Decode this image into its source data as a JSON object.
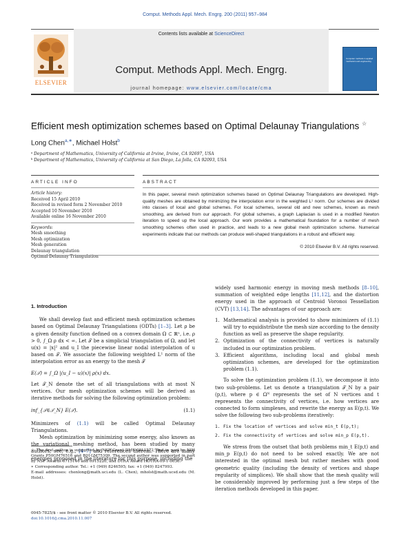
{
  "running_header": "Comput. Methods Appl. Mech. Engrg. 200 (2011) 957–984",
  "banner": {
    "contents_prefix": "Contents lists available at ",
    "contents_link": "ScienceDirect",
    "journal_title": "Comput. Methods Appl. Mech. Engrg.",
    "homepage_prefix": "journal homepage: ",
    "homepage_url": "www.elsevier.com/locate/cma",
    "publisher": "ELSEVIER",
    "cover_text": "Computer methods in applied mechanics and engineering"
  },
  "article": {
    "title": "Efficient mesh optimization schemes based on Optimal Delaunay Triangulations",
    "title_note": "☆",
    "author1": "Long Chen",
    "author1_sup": "a,∗",
    "author_sep": ", ",
    "author2": "Michael Holst",
    "author2_sup": "b",
    "affiliation_a": "ᵃ Department of Mathematics, University of California at Irvine, Irvine, CA 92697, USA",
    "affiliation_b": "ᵇ Department of Mathematics, University of California at San Diego, La Jolla, CA 92093, USA"
  },
  "article_info": {
    "heading": "ARTICLE INFO",
    "history_label": "Article history:",
    "history": [
      "Received 15 April 2010",
      "Received in revised form 2 November 2010",
      "Accepted 10 November 2010",
      "Available online 16 November 2010"
    ],
    "keywords_label": "Keywords:",
    "keywords": [
      "Mesh smoothing",
      "Mesh optimization",
      "Mesh generation",
      "Delaunay triangulation",
      "Optimal Delaunay Triangulation"
    ]
  },
  "abstract": {
    "heading": "ABSTRACT",
    "text": "In this paper, several mesh optimization schemes based on Optimal Delaunay Triangulations are developed. High-quality meshes are obtained by minimizing the interpolation error in the weighted L¹ norm. Our schemes are divided into classes of local and global schemes. For local schemes, several old and new schemes, known as mesh smoothing, are derived from our approach. For global schemes, a graph Laplacian is used in a modified Newton iteration to speed up the local approach. Our work provides a mathematical foundation for a number of mesh smoothing schemes often used in practice, and leads to a new global mesh optimization scheme. Numerical experiments indicate that our methods can produce well-shaped triangulations in a robust and efficient way.",
    "copyright": "© 2010 Elsevier B.V. All rights reserved."
  },
  "intro": {
    "section_title": "1. Introduction",
    "p1a": "We shall develop fast and efficient mesh optimization schemes based on Optimal Delaunay Triangulations (ODTs) ",
    "p1_ref": "[1–3]",
    "p1b": ". Let ρ be a given density function defined on a convex domain Ω ⊂ ℝⁿ, i.e. ρ > 0, ∫_Ω ρ dx < ∞. Let 𝒯 be a simplicial triangulation of Ω, and let u(x) = |x|² and u_I the piecewise linear nodal interpolation of u based on 𝒯. We associate the following weighted L¹ norm of the interpolation error as an energy to the mesh 𝒯",
    "eq_main": "E(𝒯) = ∫_Ω |(u_I − u)(x)| ρ(x) dx.",
    "p2": "Let 𝒯_N denote the set of all triangulations with at most N vertices. Our mesh optimization schemes will be derived as iterative methods for solving the following optimization problem:",
    "eq_opt": "inf_{𝒯∈𝒯_N} E(𝒯).",
    "eq_opt_num": "(1.1)",
    "p3a": "Minimizers of ",
    "p3_ref": "(1.1)",
    "p3b": " will be called Optimal Delaunay Triangulations.",
    "p4a": "Mesh optimization by minimizing some energy, also known as the variational meshing method, has been studied by many authors; see, e.g., ",
    "p4_ref": "[4–7]",
    "p4b": " and references therein. There are many energies proposed in the literature for this purpose, including the"
  },
  "right_col": {
    "r1a": "widely used harmonic energy in moving mesh methods ",
    "r1_ref1": "[8–10]",
    "r1b": ", summation of weighted edge lengths ",
    "r1_ref2": "[11,12]",
    "r1c": ", and the distortion energy used in the approach of Centroid Voronoi Tessellation (CVT) ",
    "r1_ref3": "[13,14]",
    "r1d": ". The advantages of our approach are:",
    "items": [
      {
        "num": "1.",
        "text": "Mathematical analysis is provided to show minimizers of (1.1) will try to equidistribute the mesh size according to the density function as well as preserve the shape regularity."
      },
      {
        "num": "2.",
        "text": "Optimization of the connectivity of vertices is naturally included in our optimization problem."
      },
      {
        "num": "3.",
        "text": "Efficient algorithms, including local and global mesh optimization schemes, are developed for the optimization problem (1.1)."
      }
    ],
    "r2": "To solve the optimization problem (1.1), we decompose it into two sub-problems. Let us denote a triangulation 𝒯_N by a pair (p,t), where p ∈ Ωᴺ represents the set of N vertices and t represents the connectivity of vertices, i.e. how vertices are connected to form simplexes, and rewrite the energy as E(p,t). We solve the following two sub-problems iteratively:",
    "steps": [
      {
        "num": "1.",
        "text": "Fix the location of vertices and solve min_t E(p,t);"
      },
      {
        "num": "2.",
        "text": "Fix the connectivity of vertices and solve min_p E(p,t)."
      }
    ],
    "r3": "We stress from the outset that both problems min_t E(p,t) and min_p E(p,t) do not need to be solved exactly. We are not interested in the optimal mesh but rather meshes with good geometric quality (including the density of vertices and shape regularity of simplices). We shall show that the mesh quality will be considerably improved by performing just a few steps of the iteration methods developed in this paper."
  },
  "footnotes": {
    "fn1": "☆ The first author is supported by NSF Grant DMS-0811272, and in part by NIH Grants P50GM76516 and R01GM75309. The second author was supported in part by NSF Awards 0715146 and 0915220, and DTRA Award HDTRA-09-1-0036.",
    "fn2": "∗ Corresponding author. Tel.: +1 (949) 8246595; fax: +1 (949) 8247993.",
    "fn3": "E-mail addresses: chenlong@math.uci.edu (L. Chen), mholst@math.ucsd.edu (M. Holst)."
  },
  "bottom": {
    "issn": "0045-7825/$ - see front matter © 2010 Elsevier B.V. All rights reserved.",
    "doi": "doi:10.1016/j.cma.2010.11.007"
  },
  "colors": {
    "link": "#2a56a0",
    "elsevier_orange": "#e87722",
    "banner_gray": "#ececec"
  }
}
